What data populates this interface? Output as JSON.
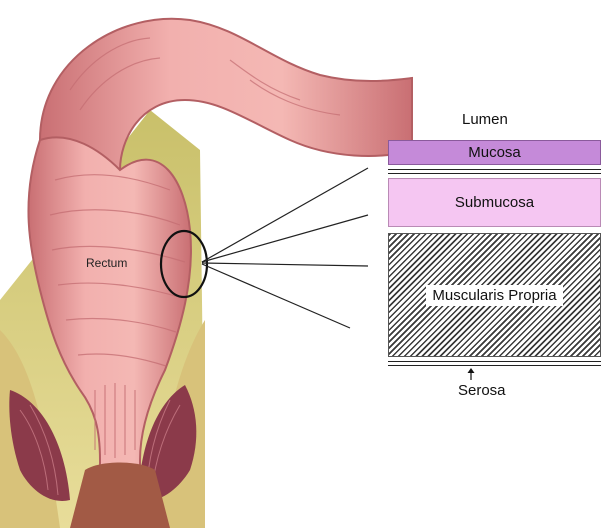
{
  "labels": {
    "rectum": "Rectum",
    "lumen": "Lumen",
    "mucosa": "Mucosa",
    "submucosa": "Submucosa",
    "muscularis": "Muscularis Propria",
    "serosa": "Serosa"
  },
  "colors": {
    "mucosa": "#c58ad9",
    "submucosa": "#f5c6f2",
    "tissue": "#e99a9a",
    "fat": "#d9cf7e"
  }
}
